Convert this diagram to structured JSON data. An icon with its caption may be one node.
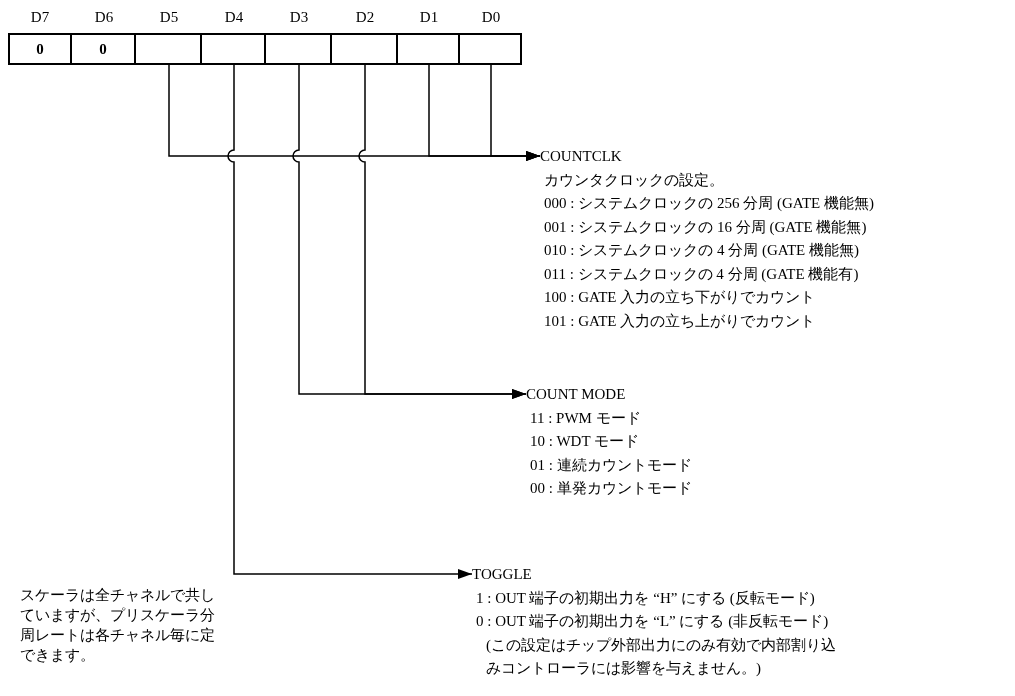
{
  "diagram": {
    "nodes": [
      {
        "text": [
          "D7",
          "0"
        ]
      },
      {
        "text": [
          "D6",
          "0"
        ]
      },
      {
        "text": [
          "D5"
        ]
      },
      {
        "text": [
          "D4"
        ]
      },
      {
        "text": [
          "D3"
        ]
      },
      {
        "text": [
          "D2"
        ]
      },
      {
        "text": [
          "D1"
        ]
      },
      {
        "text": [
          "D0"
        ]
      },
      {
        "text": [
          "COUNTCLK",
          "カウンタクロックの設定。",
          "000 : システムクロックの 256 分周 (GATE 機能無)",
          "001 : システムクロックの 16 分周 (GATE 機能無)",
          "010 : システムクロックの 4 分周 (GATE 機能無)",
          "011 : システムクロックの 4 分周 (GATE 機能有)",
          "100 : GATE 入力の立ち下がりでカウント",
          "101 : GATE 入力の立ち上がりでカウント"
        ]
      },
      {
        "text": [
          "COUNT MODE",
          "11 : PWM モード",
          "10 : WDT モード",
          "01 : 連続カウントモード",
          "00 : 単発カウントモード"
        ]
      },
      {
        "text": [
          "TOGGLE",
          "1 : OUT 端子の初期出力を “H” にする (反転モード)",
          "0 : OUT 端子の初期出力を “L” にする (非反転モード)",
          "(この設定はチップ外部出力にのみ有効で内部割り込みコントローラには影響を与えません。)"
        ]
      }
    ],
    "edges": [
      {
        "from": 2,
        "to": 8,
        "arrow": "to"
      },
      {
        "from": 6,
        "to": 8,
        "arrow": "to"
      },
      {
        "from": 7,
        "to": 8,
        "arrow": "to"
      },
      {
        "from": 4,
        "to": 9,
        "arrow": "to"
      },
      {
        "from": 5,
        "to": 9,
        "arrow": "to"
      },
      {
        "from": 3,
        "to": 10,
        "arrow": "to"
      }
    ],
    "labels": [
      "スケーラは全チャネルで共していますが、プリスケーラ分周レートは各チャネル毎に定できます。"
    ]
  }
}
